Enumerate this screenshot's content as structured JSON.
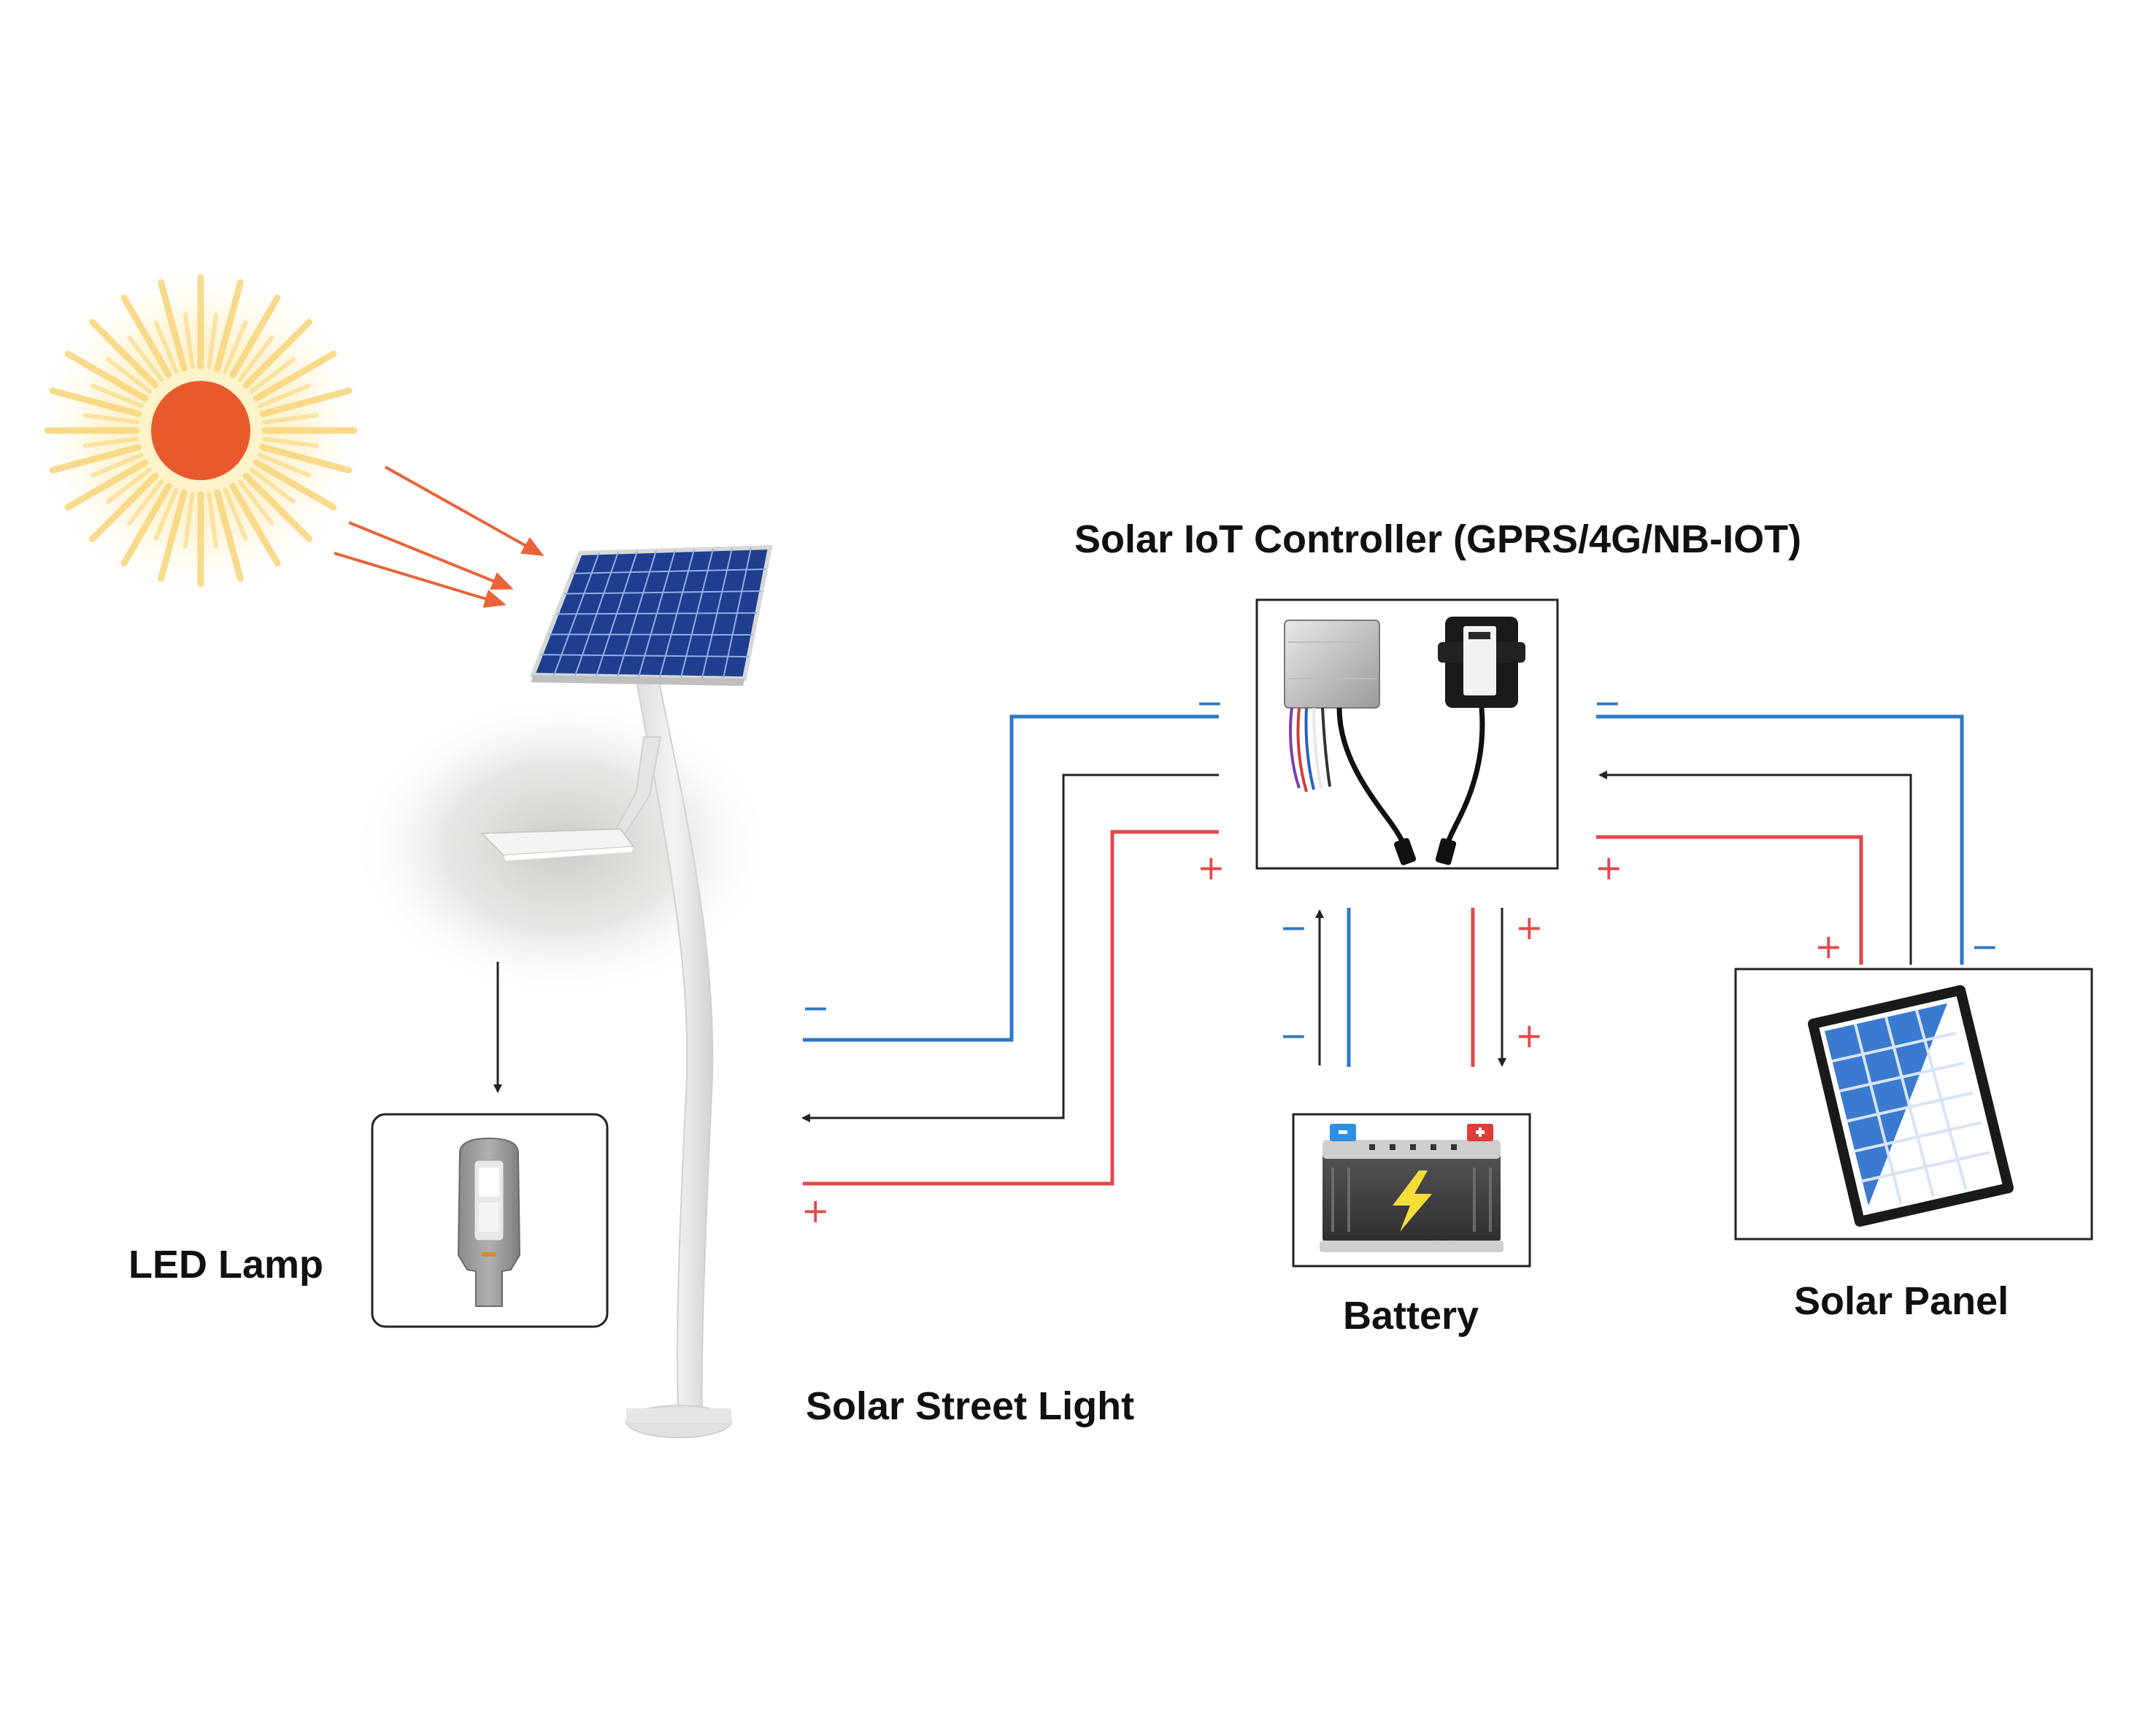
{
  "labels": {
    "controller": "Solar IoT Controller (GPRS/4G/NB-IOT)",
    "led_lamp": "LED Lamp",
    "street_light": "Solar Street Light",
    "battery": "Battery",
    "solar_panel": "Solar Panel"
  },
  "polarity": {
    "negative": "−",
    "positive": "+"
  },
  "colors": {
    "negative_wire": "#2f78c4",
    "positive_wire": "#e2494b",
    "signal_wire": "#222222",
    "sun_core": "#e85a2c",
    "sun_rays": "#f7d57a",
    "sun_arrows": "#e8643a",
    "panel_cell": "#2f63b5"
  }
}
